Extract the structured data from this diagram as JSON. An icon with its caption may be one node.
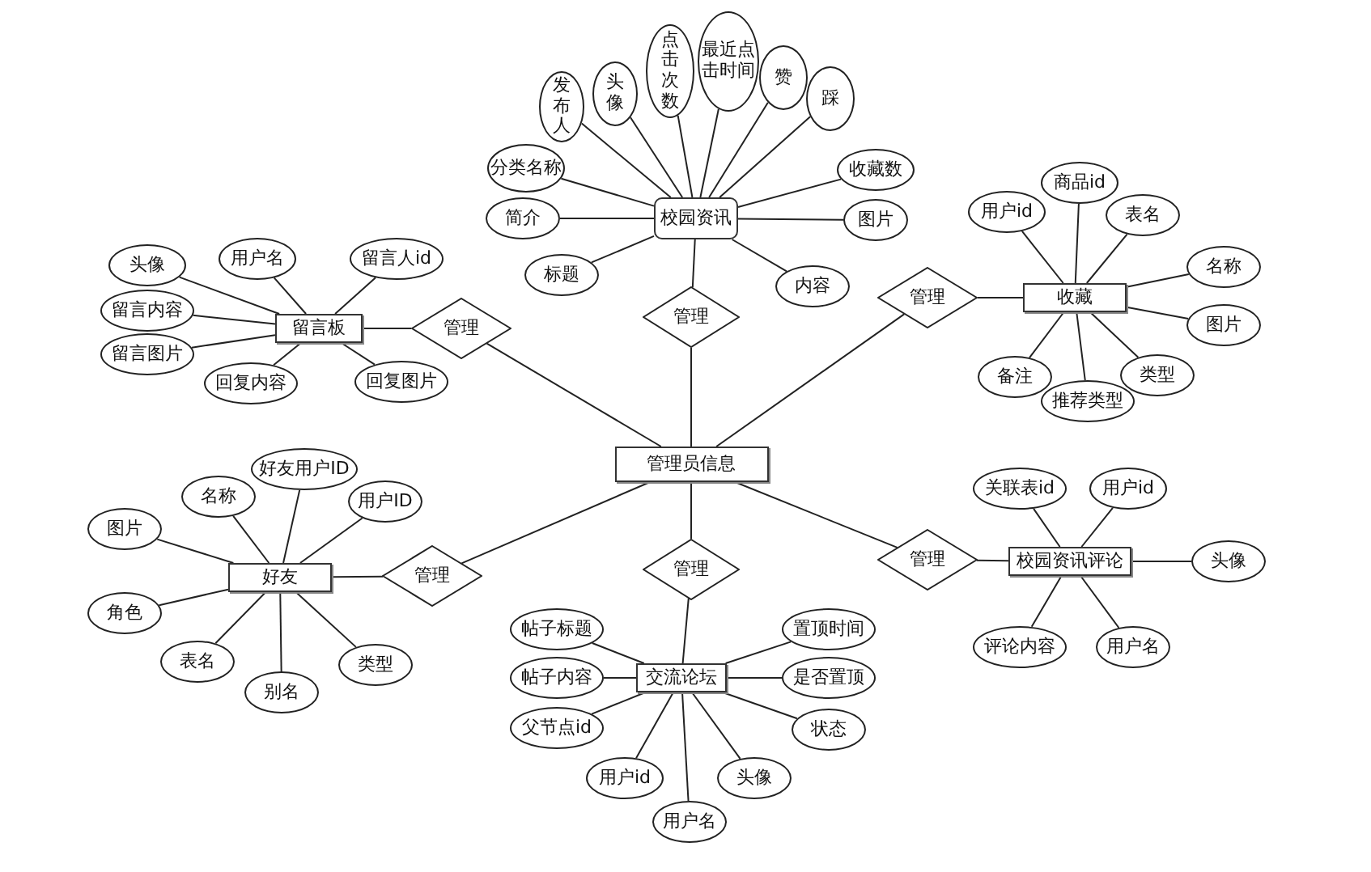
{
  "diagram": {
    "nodes": [
      {
        "text": [
          "管理员信息"
        ]
      },
      {
        "text": [
          "管理"
        ]
      },
      {
        "text": [
          "校园资讯"
        ]
      },
      {
        "text": [
          "发布人"
        ]
      },
      {
        "text": [
          "头像"
        ]
      },
      {
        "text": [
          "点击次数"
        ]
      },
      {
        "text": [
          "最近点击时间"
        ]
      },
      {
        "text": [
          "赞"
        ]
      },
      {
        "text": [
          "踩"
        ]
      },
      {
        "text": [
          "分类名称"
        ]
      },
      {
        "text": [
          "简介"
        ]
      },
      {
        "text": [
          "标题"
        ]
      },
      {
        "text": [
          "收藏数"
        ]
      },
      {
        "text": [
          "图片"
        ]
      },
      {
        "text": [
          "内容"
        ]
      },
      {
        "text": [
          "管理"
        ]
      },
      {
        "text": [
          "留言板"
        ]
      },
      {
        "text": [
          "头像"
        ]
      },
      {
        "text": [
          "用户名"
        ]
      },
      {
        "text": [
          "留言人id"
        ]
      },
      {
        "text": [
          "留言内容"
        ]
      },
      {
        "text": [
          "留言图片"
        ]
      },
      {
        "text": [
          "回复内容"
        ]
      },
      {
        "text": [
          "回复图片"
        ]
      },
      {
        "text": [
          "管理"
        ]
      },
      {
        "text": [
          "收藏"
        ]
      },
      {
        "text": [
          "用户id"
        ]
      },
      {
        "text": [
          "商品id"
        ]
      },
      {
        "text": [
          "表名"
        ]
      },
      {
        "text": [
          "名称"
        ]
      },
      {
        "text": [
          "图片"
        ]
      },
      {
        "text": [
          "备注"
        ]
      },
      {
        "text": [
          "推荐类型"
        ]
      },
      {
        "text": [
          "类型"
        ]
      },
      {
        "text": [
          "管理"
        ]
      },
      {
        "text": [
          "好友"
        ]
      },
      {
        "text": [
          "名称"
        ]
      },
      {
        "text": [
          "好友用户ID"
        ]
      },
      {
        "text": [
          "用户ID"
        ]
      },
      {
        "text": [
          "图片"
        ]
      },
      {
        "text": [
          "角色"
        ]
      },
      {
        "text": [
          "表名"
        ]
      },
      {
        "text": [
          "别名"
        ]
      },
      {
        "text": [
          "类型"
        ]
      },
      {
        "text": [
          "管理"
        ]
      },
      {
        "text": [
          "校园资讯评论"
        ]
      },
      {
        "text": [
          "关联表id"
        ]
      },
      {
        "text": [
          "用户id"
        ]
      },
      {
        "text": [
          "头像"
        ]
      },
      {
        "text": [
          "评论内容"
        ]
      },
      {
        "text": [
          "用户名"
        ]
      },
      {
        "text": [
          "管理"
        ]
      },
      {
        "text": [
          "交流论坛"
        ]
      },
      {
        "text": [
          "帖子标题"
        ]
      },
      {
        "text": [
          "帖子内容"
        ]
      },
      {
        "text": [
          "父节点id"
        ]
      },
      {
        "text": [
          "置顶时间"
        ]
      },
      {
        "text": [
          "是否置顶"
        ]
      },
      {
        "text": [
          "状态"
        ]
      },
      {
        "text": [
          "用户id"
        ]
      },
      {
        "text": [
          "头像"
        ]
      },
      {
        "text": [
          "用户名"
        ]
      }
    ],
    "edges": [
      {
        "from": 0,
        "to": 1,
        "arrow": "none"
      },
      {
        "from": 1,
        "to": 2,
        "arrow": "none"
      },
      {
        "from": 2,
        "to": 3,
        "arrow": "none"
      },
      {
        "from": 2,
        "to": 4,
        "arrow": "none"
      },
      {
        "from": 2,
        "to": 5,
        "arrow": "none"
      },
      {
        "from": 2,
        "to": 6,
        "arrow": "none"
      },
      {
        "from": 2,
        "to": 7,
        "arrow": "none"
      },
      {
        "from": 2,
        "to": 8,
        "arrow": "none"
      },
      {
        "from": 2,
        "to": 9,
        "arrow": "none"
      },
      {
        "from": 2,
        "to": 10,
        "arrow": "none"
      },
      {
        "from": 2,
        "to": 11,
        "arrow": "none"
      },
      {
        "from": 2,
        "to": 12,
        "arrow": "none"
      },
      {
        "from": 2,
        "to": 13,
        "arrow": "none"
      },
      {
        "from": 2,
        "to": 14,
        "arrow": "none"
      },
      {
        "from": 0,
        "to": 15,
        "arrow": "none"
      },
      {
        "from": 15,
        "to": 16,
        "arrow": "none"
      },
      {
        "from": 16,
        "to": 17,
        "arrow": "none"
      },
      {
        "from": 16,
        "to": 18,
        "arrow": "none"
      },
      {
        "from": 16,
        "to": 19,
        "arrow": "none"
      },
      {
        "from": 16,
        "to": 20,
        "arrow": "none"
      },
      {
        "from": 16,
        "to": 21,
        "arrow": "none"
      },
      {
        "from": 16,
        "to": 22,
        "arrow": "none"
      },
      {
        "from": 16,
        "to": 23,
        "arrow": "none"
      },
      {
        "from": 0,
        "to": 24,
        "arrow": "none"
      },
      {
        "from": 24,
        "to": 25,
        "arrow": "none"
      },
      {
        "from": 25,
        "to": 26,
        "arrow": "none"
      },
      {
        "from": 25,
        "to": 27,
        "arrow": "none"
      },
      {
        "from": 25,
        "to": 28,
        "arrow": "none"
      },
      {
        "from": 25,
        "to": 29,
        "arrow": "none"
      },
      {
        "from": 25,
        "to": 30,
        "arrow": "none"
      },
      {
        "from": 25,
        "to": 31,
        "arrow": "none"
      },
      {
        "from": 25,
        "to": 32,
        "arrow": "none"
      },
      {
        "from": 25,
        "to": 33,
        "arrow": "none"
      },
      {
        "from": 0,
        "to": 34,
        "arrow": "none"
      },
      {
        "from": 34,
        "to": 35,
        "arrow": "none"
      },
      {
        "from": 35,
        "to": 36,
        "arrow": "none"
      },
      {
        "from": 35,
        "to": 37,
        "arrow": "none"
      },
      {
        "from": 35,
        "to": 38,
        "arrow": "none"
      },
      {
        "from": 35,
        "to": 39,
        "arrow": "none"
      },
      {
        "from": 35,
        "to": 40,
        "arrow": "none"
      },
      {
        "from": 35,
        "to": 41,
        "arrow": "none"
      },
      {
        "from": 35,
        "to": 42,
        "arrow": "none"
      },
      {
        "from": 35,
        "to": 43,
        "arrow": "none"
      },
      {
        "from": 0,
        "to": 44,
        "arrow": "none"
      },
      {
        "from": 44,
        "to": 45,
        "arrow": "none"
      },
      {
        "from": 45,
        "to": 46,
        "arrow": "none"
      },
      {
        "from": 45,
        "to": 47,
        "arrow": "none"
      },
      {
        "from": 45,
        "to": 48,
        "arrow": "none"
      },
      {
        "from": 45,
        "to": 49,
        "arrow": "none"
      },
      {
        "from": 45,
        "to": 50,
        "arrow": "none"
      },
      {
        "from": 0,
        "to": 51,
        "arrow": "none"
      },
      {
        "from": 51,
        "to": 52,
        "arrow": "none"
      },
      {
        "from": 52,
        "to": 53,
        "arrow": "none"
      },
      {
        "from": 52,
        "to": 54,
        "arrow": "none"
      },
      {
        "from": 52,
        "to": 55,
        "arrow": "none"
      },
      {
        "from": 52,
        "to": 56,
        "arrow": "none"
      },
      {
        "from": 52,
        "to": 57,
        "arrow": "none"
      },
      {
        "from": 52,
        "to": 58,
        "arrow": "none"
      },
      {
        "from": 52,
        "to": 59,
        "arrow": "none"
      },
      {
        "from": 52,
        "to": 60,
        "arrow": "none"
      },
      {
        "from": 52,
        "to": 61,
        "arrow": "none"
      }
    ]
  }
}
